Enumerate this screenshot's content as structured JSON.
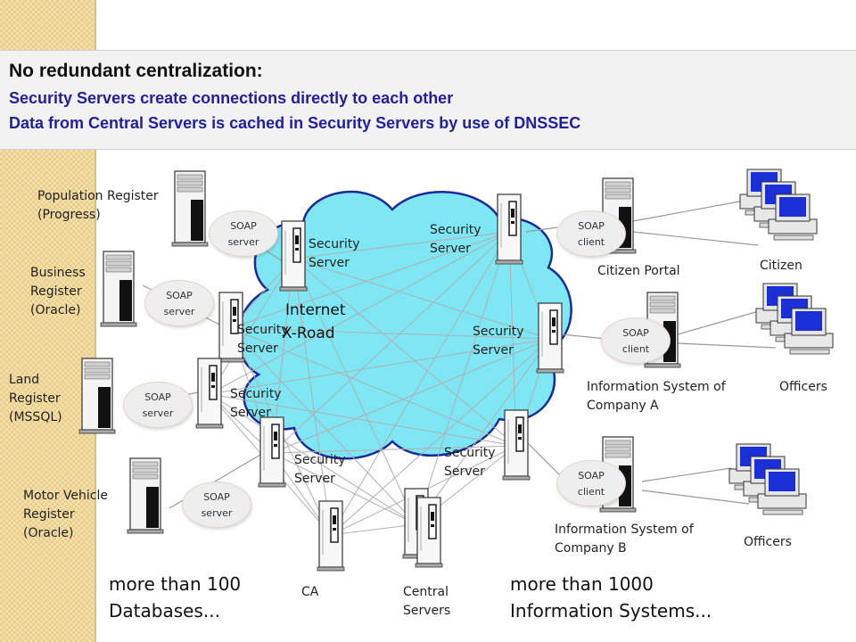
{
  "banner": {
    "title": "No redundant centralization:",
    "line1": "Security Servers create connections directly to each other",
    "line2": "Data from Central Servers is cached in Security Servers by use of DNSSEC"
  },
  "network": {
    "name_line1": "Internet",
    "name_line2": "X-Road"
  },
  "security_server_label": {
    "line1": "Security",
    "line2": "Server"
  },
  "registers": {
    "population": "Population Register\n(Progress)",
    "business": "Business\nRegister\n(Oracle)",
    "land": "Land\nRegister\n(MSSQL)",
    "motor": "Motor Vehicle\nRegister\n(Oracle)"
  },
  "soap": {
    "word": "SOAP",
    "server": "server",
    "client": "client"
  },
  "clients": {
    "citizen_portal": "Citizen Portal",
    "company_a": "Information System of\nCompany A",
    "company_b": "Information System of\nCompany B"
  },
  "users": {
    "citizen": "Citizen",
    "officers_a": "Officers",
    "officers_b": "Officers"
  },
  "infrastructure": {
    "ca": "CA",
    "central": "Central\nServers"
  },
  "footer": {
    "databases": "more than 100\nDatabases...",
    "systems": "more than 1000\nInformation Systems..."
  },
  "colors": {
    "cloud": "#7fe6f4",
    "cloud_stroke": "#1b2a9a",
    "banner_text": "#1f1f9f",
    "screen": "#1a2fd6"
  }
}
